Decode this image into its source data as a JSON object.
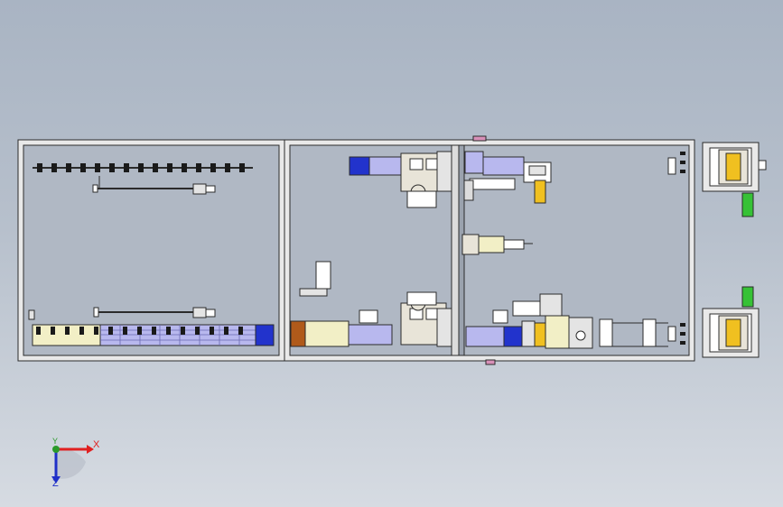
{
  "triad": {
    "x_label": "X",
    "y_label": "Y",
    "z_label": "Z",
    "x_color": "#e02020",
    "y_color": "#2a9a2a",
    "z_color": "#2030c8"
  },
  "colors": {
    "background_top": "#a9b4c3",
    "background_bottom": "#d6dbe2",
    "frame": "#e9e9e9",
    "line": "#2b2b2b",
    "panel": "#b0b8c4",
    "module_blue": "#2233cc",
    "module_lavender": "#b8b8ee",
    "module_cream": "#f2efc6",
    "module_yellow": "#f0c020",
    "module_brown": "#b05a1a",
    "module_green": "#36c236",
    "module_pink": "#d890b8"
  }
}
